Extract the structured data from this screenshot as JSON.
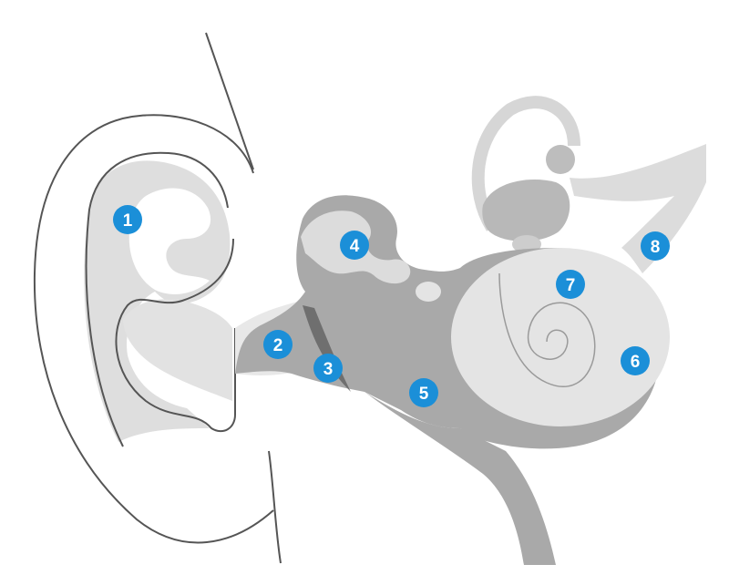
{
  "markers": [
    {
      "id": "1",
      "label": "1"
    },
    {
      "id": "2",
      "label": "2"
    },
    {
      "id": "3",
      "label": "3"
    },
    {
      "id": "4",
      "label": "4"
    },
    {
      "id": "5",
      "label": "5"
    },
    {
      "id": "6",
      "label": "6"
    },
    {
      "id": "7",
      "label": "7"
    },
    {
      "id": "8",
      "label": "8"
    }
  ],
  "colors": {
    "marker_fill": "#1b8fd8",
    "marker_text": "#ffffff",
    "outline": "#555555",
    "bone": "#a9a9a9",
    "bone_dark": "#8c8c8c",
    "tissue_light": "#d9d9d9",
    "tissue_lighter": "#e4e4e4"
  }
}
